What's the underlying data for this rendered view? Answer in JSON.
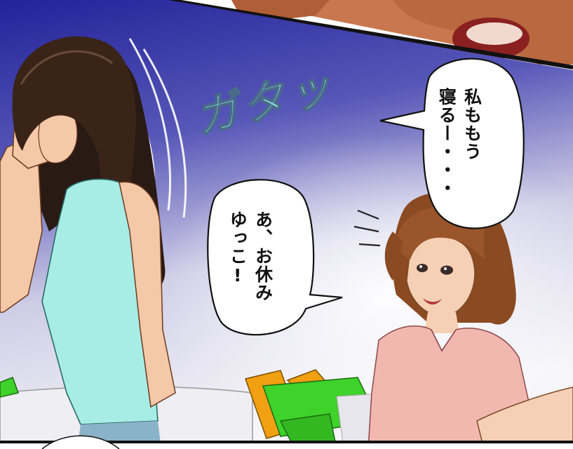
{
  "panel": {
    "sfx": "ガタッ",
    "bubble_right": "私ももう\n寝るー・・・",
    "bubble_left": "あ、お休み\nゆっこ!"
  },
  "colors": {
    "background_top": "#2a2aa0",
    "background_bottom": "#f4f2f6",
    "sfx_fill": "#8fe6e0",
    "left_girl_top": "#a8ece6",
    "right_girl_top": "#f2b8b0",
    "chair_green": "#3fd22a",
    "chair_orange": "#f0a010"
  }
}
